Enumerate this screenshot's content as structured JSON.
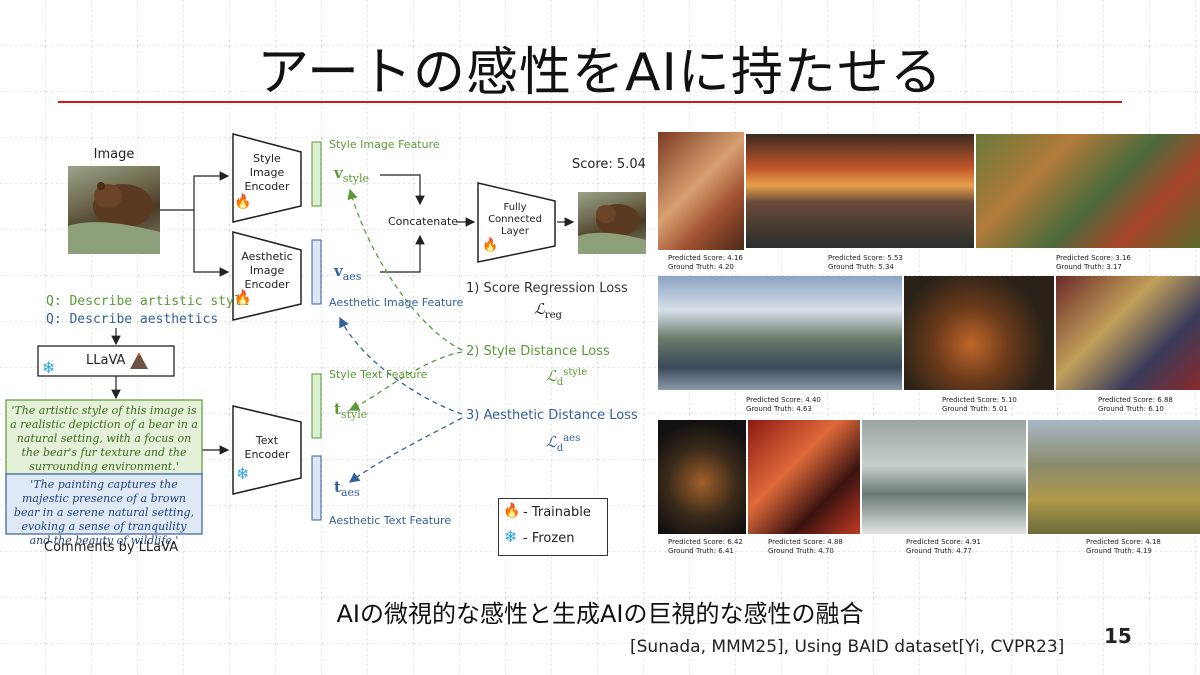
{
  "slide": {
    "title": "アートの感性をAIに持たせる",
    "subtitle": "AIの微視的な感性と生成AIの巨視的な感性の融合",
    "citation": "[Sunada, MMM25], Using BAID dataset[Yi, CVPR23]",
    "page_number": "15"
  },
  "diagram": {
    "image_label": "Image",
    "question_style": "Q: Describe artistic style",
    "question_aes": "Q: Describe aesthetics",
    "llava_label": "LLaVA",
    "comment_style": "'The artistic style of this image is a realistic depiction of a bear in a natural setting, with a focus on the bear's fur texture and the surrounding environment.'",
    "comment_aes": "'The painting captures the majestic presence of a brown bear in a serene natural setting, evoking a sense of tranquility and the beauty of wildlife.'",
    "comments_caption": "Comments by LLaVA",
    "style_encoder": [
      "Style",
      "Image",
      "Encoder"
    ],
    "aes_encoder": [
      "Aesthetic",
      "Image",
      "Encoder"
    ],
    "text_encoder": [
      "Text",
      "Encoder"
    ],
    "style_image_feature": "Style Image Feature",
    "aes_image_feature": "Aesthetic Image Feature",
    "style_text_feature": "Style Text Feature",
    "aes_text_feature": "Aesthetic Text Feature",
    "v_sym": "v",
    "t_sym": "t",
    "sub_style": "style",
    "sub_aes": "aes",
    "concatenate": "Concatenate",
    "fc_layer": [
      "Fully",
      "Connected",
      "Layer"
    ],
    "score": "Score: 5.04",
    "loss1": "1) Score Regression Loss",
    "loss2": "2) Style Distance Loss",
    "loss3": "3) Aesthetic Distance Loss",
    "loss_sym": "ℒ",
    "sub_reg": "reg",
    "sub_d": "d",
    "legend_trainable": "- Trainable",
    "legend_frozen": "- Frozen"
  },
  "results": [
    {
      "pred": "Predicted Score: 4.16",
      "gt": "Ground Truth: 4.20"
    },
    {
      "pred": "Predicted Score: 5.53",
      "gt": "Ground Truth: 5.34"
    },
    {
      "pred": "Predicted Score: 3.16",
      "gt": "Ground Truth: 3.17"
    },
    {
      "pred": "Predicted Score: 4.40",
      "gt": "Ground Truth: 4.63"
    },
    {
      "pred": "Predicted Score: 5.10",
      "gt": "Ground Truth: 5.01"
    },
    {
      "pred": "Predicted Score: 6.88",
      "gt": "Ground Truth: 6.10"
    },
    {
      "pred": "Predicted Score: 6.42",
      "gt": "Ground Truth: 6.41"
    },
    {
      "pred": "Predicted Score: 4.88",
      "gt": "Ground Truth: 4.70"
    },
    {
      "pred": "Predicted Score: 4.91",
      "gt": "Ground Truth: 4.77"
    },
    {
      "pred": "Predicted Score: 4.18",
      "gt": "Ground Truth: 4.19"
    }
  ],
  "colors": {
    "rule": "#d21a1a",
    "green": "#5a9a3a",
    "blue": "#34609c",
    "flame": "#e8401c",
    "snow": "#2aa6e0"
  },
  "icons": [
    "flame-icon",
    "snowflake-icon",
    "volcano-icon"
  ]
}
